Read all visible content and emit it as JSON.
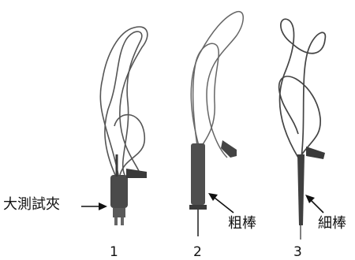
{
  "figure": {
    "probes": [
      {
        "number": "1",
        "label": "大測試夾"
      },
      {
        "number": "2",
        "label": "粗棒"
      },
      {
        "number": "3",
        "label": "細棒"
      }
    ],
    "colors": {
      "wire": "#555555",
      "probe_body": "#4a4a4a",
      "background": "#ffffff",
      "text": "#111111"
    }
  }
}
